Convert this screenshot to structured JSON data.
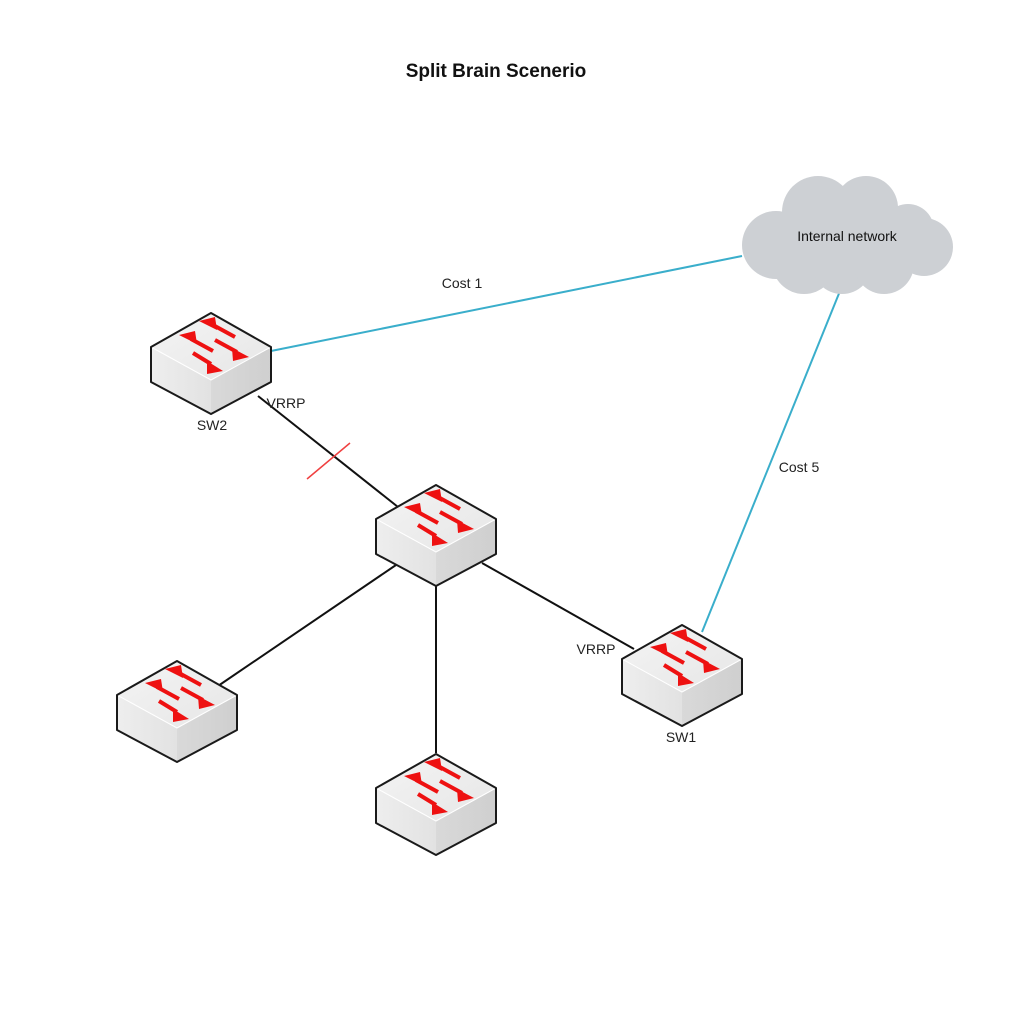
{
  "title": "Split Brain Scenerio",
  "colors": {
    "uplink": "#3aaecb",
    "link": "#111111",
    "break_mark": "#f04040",
    "cloud": "#cdd0d4",
    "switch_arrows": "#ee1111"
  },
  "cloud": {
    "label": "Internal network",
    "icon": "cloud-icon"
  },
  "switches": [
    {
      "id": "sw2",
      "label": "SW2",
      "icon": "network-switch-icon"
    },
    {
      "id": "core",
      "label": "",
      "icon": "network-switch-icon"
    },
    {
      "id": "sw1",
      "label": "SW1",
      "icon": "network-switch-icon"
    },
    {
      "id": "access-left",
      "label": "",
      "icon": "network-switch-icon"
    },
    {
      "id": "access-bottom",
      "label": "",
      "icon": "network-switch-icon"
    }
  ],
  "links": [
    {
      "from": "sw2",
      "to": "cloud",
      "label": "Cost 1",
      "type": "uplink"
    },
    {
      "from": "sw1",
      "to": "cloud",
      "label": "Cost 5",
      "type": "uplink"
    },
    {
      "from": "sw2",
      "to": "core",
      "label": "VRRP",
      "type": "link",
      "broken": true
    },
    {
      "from": "sw1",
      "to": "core",
      "label": "VRRP",
      "type": "link"
    },
    {
      "from": "access-left",
      "to": "core",
      "label": "",
      "type": "link"
    },
    {
      "from": "access-bottom",
      "to": "core",
      "label": "",
      "type": "link"
    }
  ]
}
